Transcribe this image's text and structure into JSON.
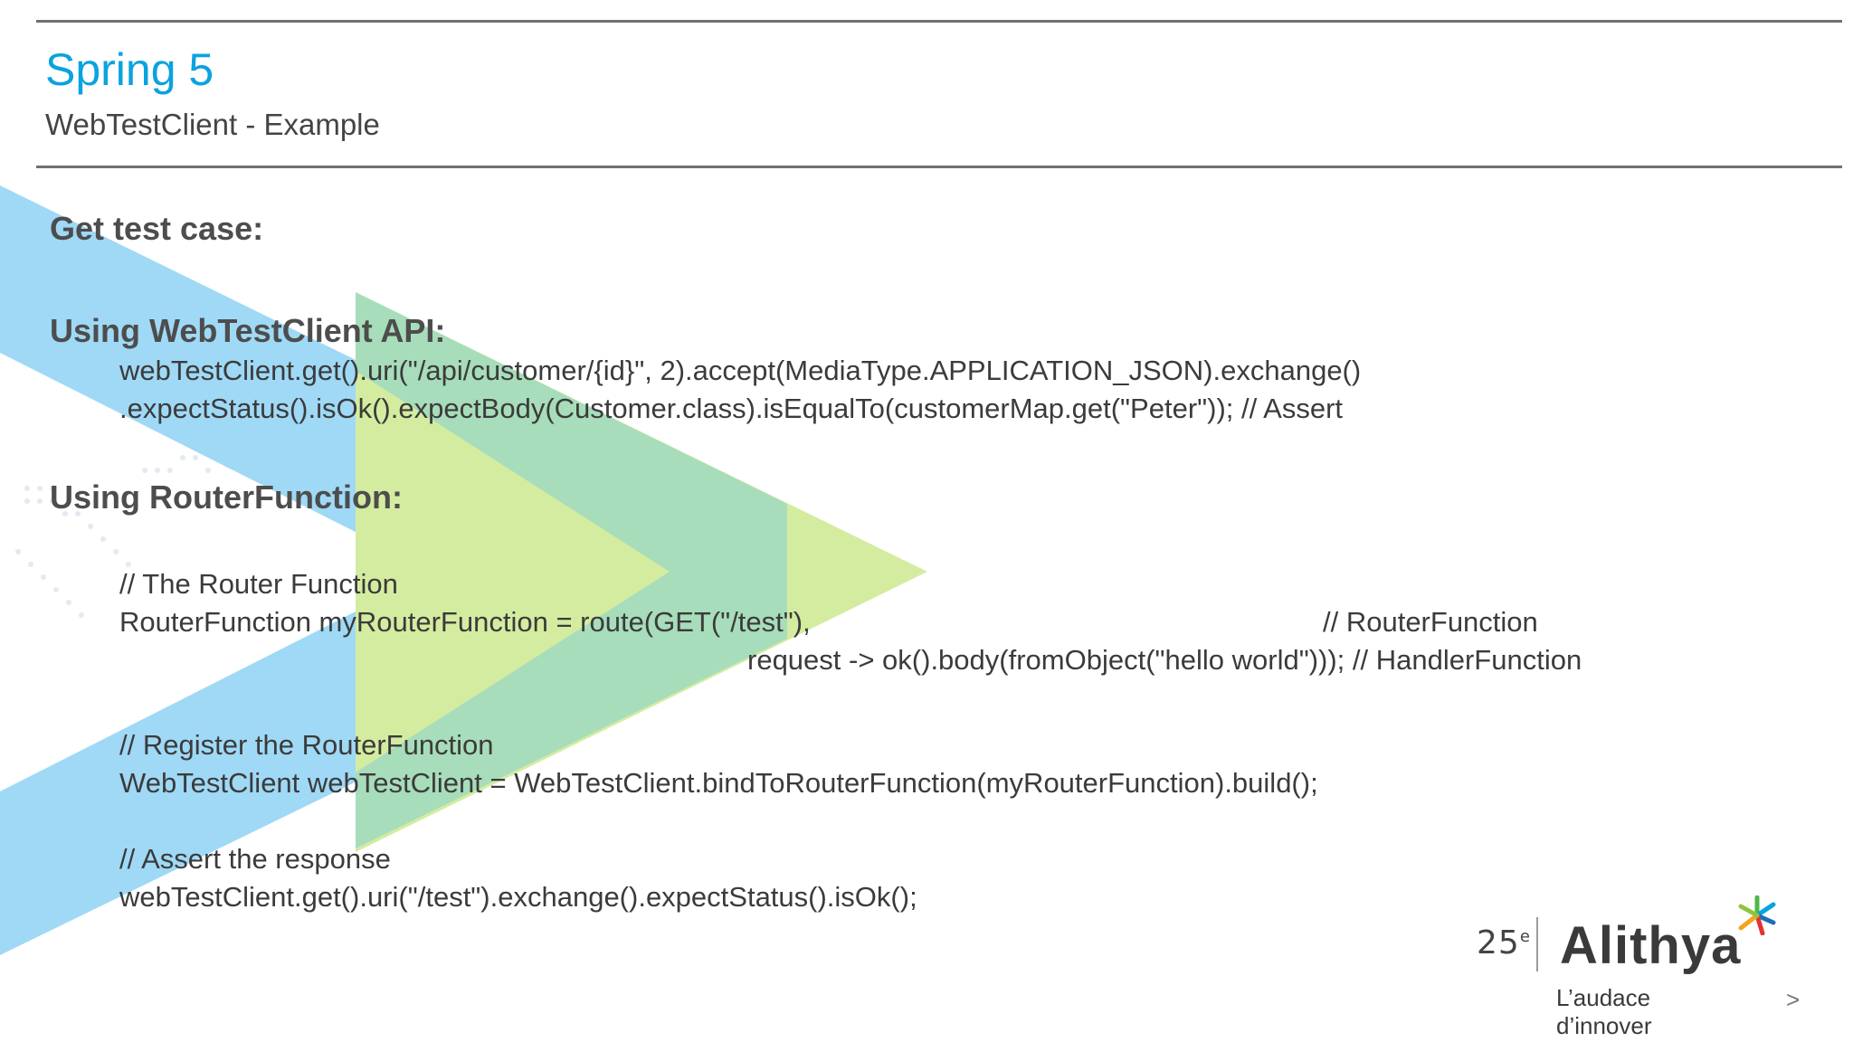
{
  "slide": {
    "title": "Spring 5",
    "subtitle": "WebTestClient - Example"
  },
  "sections": {
    "get_test_case": "Get test case:",
    "api_heading": "Using WebTestClient API:",
    "api_code": [
      "webTestClient.get().uri(\"/api/customer/{id}\", 2).accept(MediaType.APPLICATION_JSON).exchange()",
      ".expectStatus().isOk().expectBody(Customer.class).isEqualTo(customerMap.get(\"Peter\")); // Assert"
    ],
    "router_heading": "Using  RouterFunction:",
    "router_code": {
      "comment_router": "// The Router Function",
      "router_decl": "RouterFunction myRouterFunction = route(GET(\"/test\"),",
      "router_comment_right": "// RouterFunction",
      "router_handler": "request -> ok().body(fromObject(\"hello world\"))); // HandlerFunction",
      "comment_register": " // Register the RouterFunction",
      "register_line": "WebTestClient webTestClient = WebTestClient.bindToRouterFunction(myRouterFunction).build();",
      "comment_assert": "// Assert the response",
      "assert_line": "webTestClient.get().uri(\"/test\").exchange().expectStatus().isOk();"
    }
  },
  "logo": {
    "anniversary": "25",
    "anniversary_suffix": "e",
    "brand": "Alithya",
    "tagline": "L’audace d’innover",
    "next_symbol": ">"
  },
  "colors": {
    "title_blue": "#0aa3df",
    "arrow_blue": "#9fd9f6",
    "arrow_green": "#d4eca0",
    "arrow_overlap": "#a4dcbc",
    "rule_gray": "#707070"
  },
  "icons": {
    "logo_mark": "asterisk-star-icon",
    "next": "chevron-right-icon"
  }
}
